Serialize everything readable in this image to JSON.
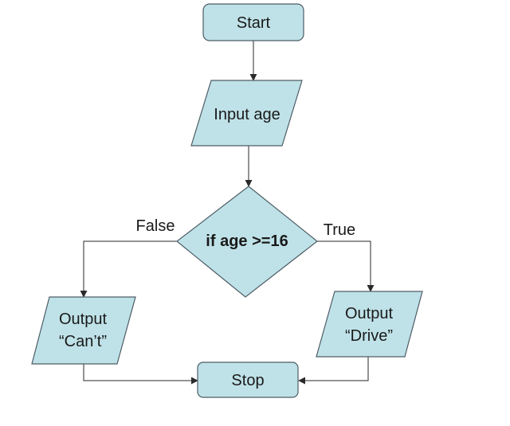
{
  "nodes": {
    "start": {
      "label": "Start"
    },
    "input": {
      "label": "Input age"
    },
    "decision": {
      "label": "if age >=16"
    },
    "output_false": {
      "line1": "Output",
      "line2": "“Can’t”"
    },
    "output_true": {
      "line1": "Output",
      "line2": "“Drive”"
    },
    "stop": {
      "label": "Stop"
    }
  },
  "edges": {
    "false_label": "False",
    "true_label": "True"
  },
  "colors": {
    "shape_fill": "#bfe2e8",
    "shape_stroke": "#4d5d66",
    "connector": "#2a2a2a"
  }
}
